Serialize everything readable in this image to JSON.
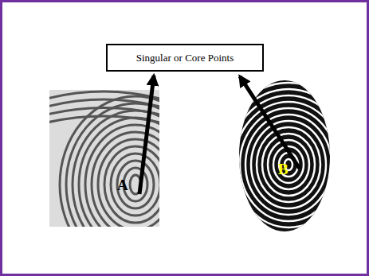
{
  "diagram": {
    "nodes": [
      {
        "text": [
          "Singular or Core Points"
        ]
      }
    ],
    "labels": [
      "A",
      "B"
    ]
  }
}
